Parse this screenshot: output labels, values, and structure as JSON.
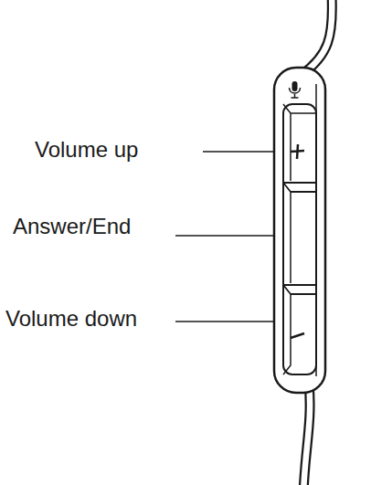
{
  "diagram": {
    "labels": [
      "Volume up",
      "Answer/End",
      "Volume down"
    ]
  }
}
